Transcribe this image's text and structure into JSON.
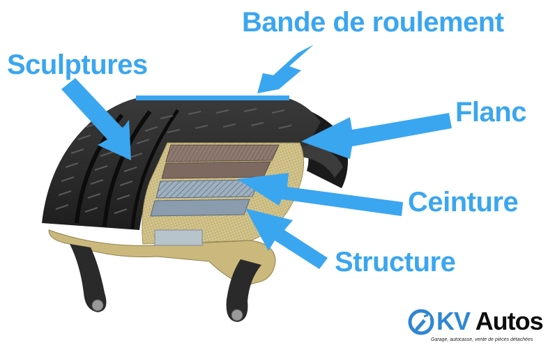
{
  "labels": {
    "bande_de_roulement": "Bande de roulement",
    "sculptures": "Sculptures",
    "flanc": "Flanc",
    "ceinture": "Ceinture",
    "structure": "Structure"
  },
  "logo": {
    "brand_kv": "KV",
    "brand_autos": "Autos",
    "tagline": "Garage, autocasse, vente de pièces détachées",
    "icon": "wrench-gear-icon"
  },
  "colors": {
    "label": "#3aa6f0",
    "arrow": "#3aa6f0",
    "tire_rubber": "#2b2b2b",
    "belt": "#9a8a80",
    "carcass": "#d8c890",
    "logo_blue": "#2e86d4"
  }
}
